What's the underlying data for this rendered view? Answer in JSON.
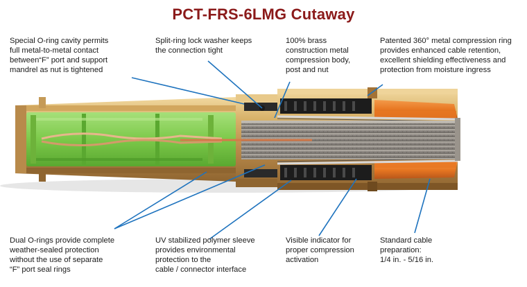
{
  "title": "PCT-FRS-6LMG Cutaway",
  "callouts": {
    "oring_cavity": "Special O-ring cavity permits\nfull metal-to-metal contact\nbetween“F” port and support\nmandrel as nut is tightened",
    "lock_washer": "Split-ring lock washer keeps\nthe connection tight",
    "brass": "100% brass\nconstruction metal\ncompression body,\npost and nut",
    "compression_ring": "Patented 360° metal compression ring\nprovides enhanced cable retention,\nexcellent shielding effectiveness and\nprotection from moisture ingress",
    "dual_orings": "Dual O-rings provide complete\nweather-sealed protection\nwithout the use of separate\n“F” port seal rings",
    "uv_sleeve": "UV stabilized polymer sleeve\nprovides environmental\nprotection to the\ncable / connector interface",
    "indicator": "Visible indicator for\nproper compression\nactivation",
    "cable_prep": "Standard cable\npreparation:\n1/4 in. - 5/16 in."
  },
  "colors": {
    "title": "#8b1a1a",
    "leader_line": "#1e73be",
    "brass": "#c9a05a",
    "dielectric": "#7ec94a",
    "sleeve": "#e87722",
    "cable_foam": "#8a8580"
  }
}
